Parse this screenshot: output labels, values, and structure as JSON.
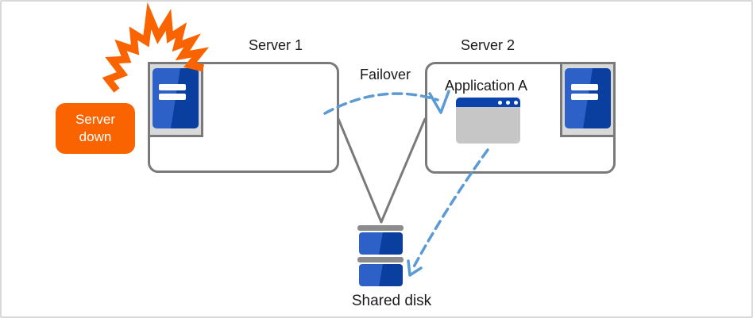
{
  "labels": {
    "server1": "Server 1",
    "server2": "Server 2",
    "failover": "Failover",
    "application": "Application A",
    "server_down_line1": "Server",
    "server_down_line2": "down",
    "shared_disk": "Shared disk"
  },
  "icons": {
    "explosion-icon": "orange jagged burst (svg zigzag stroke)",
    "server-tower-icon": "blue two-tone tower with two white slots on gray plate",
    "app-window-icon": "gray window with blue title bar and three dots",
    "shared-disk-icon": "two blue disk segments with gray caps",
    "failover-arrow-icon": "blue dashed arc with check-style arrowhead",
    "disk-access-arrow-icon": "blue dashed line with open arrowhead"
  },
  "colors": {
    "accent_orange": "#f96400",
    "server_blue_light": "#2e61c8",
    "server_blue_dark": "#0a3fa0",
    "app_titlebar_blue": "#0b43ad",
    "app_body_gray": "#c6c6c6",
    "line_gray": "#7a7a7a",
    "icon_bg_gray": "#d9d9d9",
    "disk_cap_gray": "#8c8c8c",
    "arrow_blue": "#5b9bd5",
    "text_black": "#1a1a1a",
    "canvas_border": "#d9d9d9"
  }
}
